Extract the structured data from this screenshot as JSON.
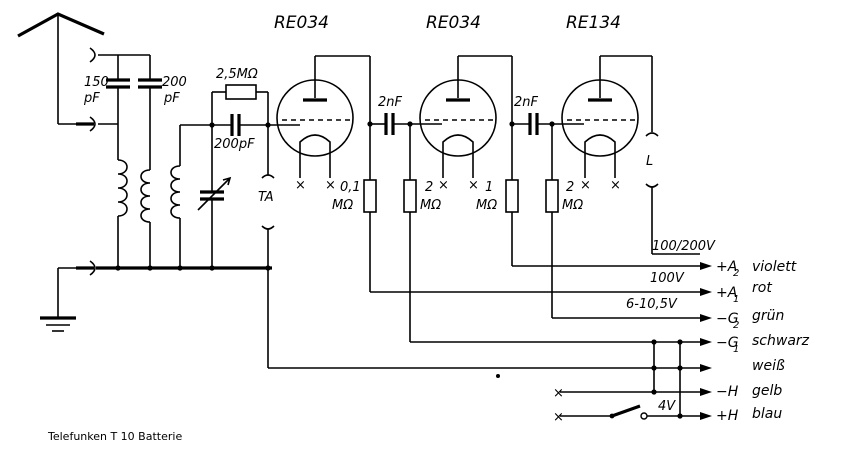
{
  "tubes": [
    {
      "label": "RE034"
    },
    {
      "label": "RE034"
    },
    {
      "label": "RE134"
    }
  ],
  "components": {
    "ant_cap": {
      "value": "150",
      "unit": "pF"
    },
    "coil_cap": {
      "value": "200",
      "unit": "pF"
    },
    "grid_leak": "2,5MΩ",
    "grid_cap": "200pF",
    "coupling1": "2nF",
    "coupling2": "2nF",
    "r1": {
      "value": "0,1",
      "unit": "MΩ"
    },
    "r2": {
      "value": "2",
      "unit": "MΩ"
    },
    "r3": {
      "value": "1",
      "unit": "MΩ"
    },
    "r4": {
      "value": "2",
      "unit": "MΩ"
    },
    "pickup": "TA",
    "speaker": "L",
    "switch_voltage": "4V"
  },
  "voltages": {
    "a2": "100/200V",
    "a1": "100V",
    "g2": "6-10,5V"
  },
  "terminals": [
    {
      "sign": "+A",
      "sub": "2",
      "color": "violett"
    },
    {
      "sign": "+A",
      "sub": "1",
      "color": "rot"
    },
    {
      "sign": "−G",
      "sub": "2",
      "color": "grün"
    },
    {
      "sign": "−G",
      "sub": "1",
      "color": "schwarz"
    },
    {
      "sign": "",
      "sub": "",
      "color": "weiß"
    },
    {
      "sign": "−H",
      "sub": "",
      "color": "gelb"
    },
    {
      "sign": "+H",
      "sub": "",
      "color": "blau"
    }
  ],
  "caption": "Telefunken T 10 Batterie"
}
